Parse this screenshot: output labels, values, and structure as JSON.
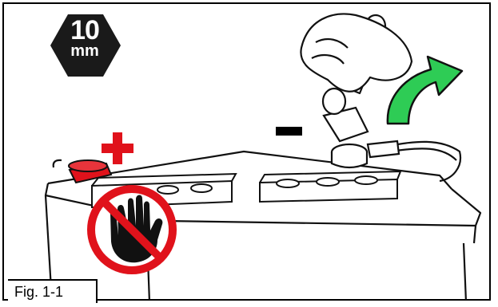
{
  "tool": {
    "size_value": "10",
    "size_unit": "mm",
    "icon": "hex-socket-badge-icon",
    "fill_color": "#1a1a1a"
  },
  "terminals": {
    "positive_symbol": "+",
    "negative_symbol": "-",
    "positive_color": "#e0121b",
    "negative_color": "#000000"
  },
  "warning": {
    "icon": "no-touch-hand-icon",
    "color": "#e0121b"
  },
  "direction_arrow": {
    "icon": "curved-arrow-icon",
    "color": "#2ecc55"
  },
  "figure_label": "Fig. 1-1"
}
